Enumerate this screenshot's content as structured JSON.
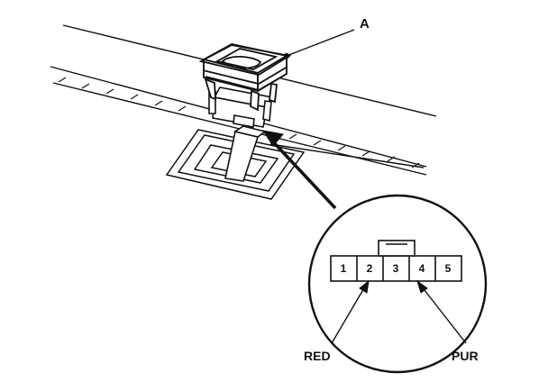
{
  "diagram": {
    "callout": "A",
    "connector_pins": [
      "1",
      "2",
      "3",
      "4",
      "5"
    ],
    "wire_labels": {
      "red": "RED",
      "pur": "PUR"
    },
    "colors": {
      "line": "#111111",
      "background": "#ffffff"
    }
  }
}
